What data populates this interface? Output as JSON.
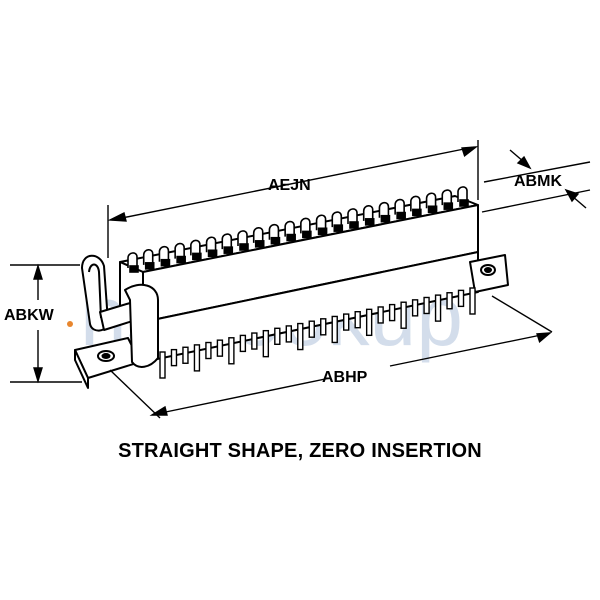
{
  "dimensions": {
    "length": "AEJN",
    "thickness": "ABMK",
    "height": "ABKW",
    "overall_length": "ABHP"
  },
  "caption": "STRAIGHT SHAPE, ZERO INSERTION",
  "watermark": "nsnlookup",
  "colors": {
    "line": "#000000",
    "watermark": "#9fb6d3",
    "accent_dot": "#e8862e"
  },
  "counts": {
    "top_contacts": 22,
    "bottom_pins": 28
  }
}
